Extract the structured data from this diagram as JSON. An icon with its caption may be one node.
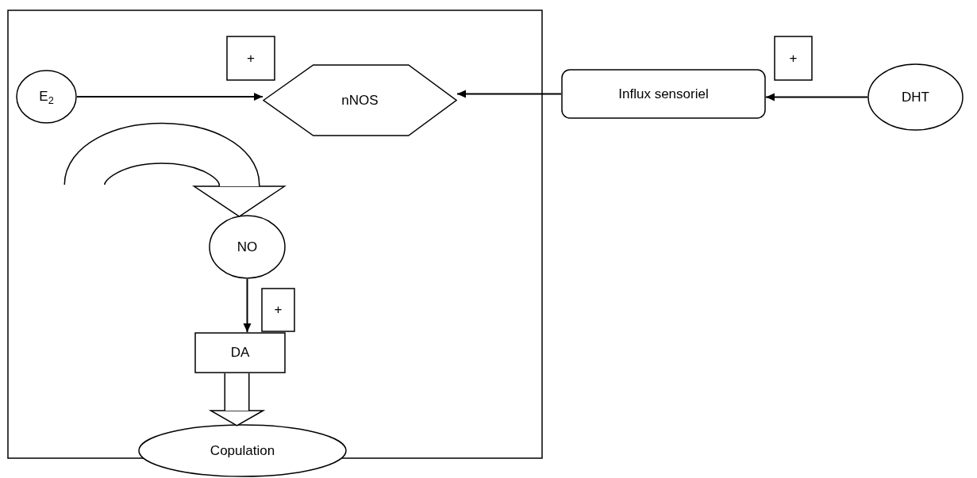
{
  "diagram": {
    "nodes": [
      {
        "text": [],
        "shape": "box"
      },
      {
        "text": [
          "E$_{2}$"
        ],
        "in": 0
      },
      {
        "text": [
          "nNOS"
        ],
        "in": 0
      },
      {
        "text": [
          "+"
        ],
        "in": 0
      },
      {
        "text": [
          "NO"
        ],
        "in": 0
      },
      {
        "text": [
          "+"
        ],
        "in": 0
      },
      {
        "text": [
          "DA"
        ],
        "in": 0
      },
      {
        "text": [
          "Copulation"
        ]
      },
      {
        "text": [
          "Influx sensoriel"
        ]
      },
      {
        "text": [
          "+"
        ]
      },
      {
        "text": [
          "DHT"
        ]
      }
    ],
    "edges": [
      {
        "from": 1,
        "to": 2,
        "arrow": "to"
      },
      {
        "from": 8,
        "to": 2,
        "arrow": "to"
      },
      {
        "from": 10,
        "to": 8,
        "arrow": "to"
      },
      {
        "from": null,
        "to": 4,
        "arrow": "to",
        "style": "thick"
      },
      {
        "from": 4,
        "to": 6,
        "arrow": "to"
      },
      {
        "from": 6,
        "to": 7,
        "arrow": "to",
        "style": "thick"
      }
    ]
  }
}
